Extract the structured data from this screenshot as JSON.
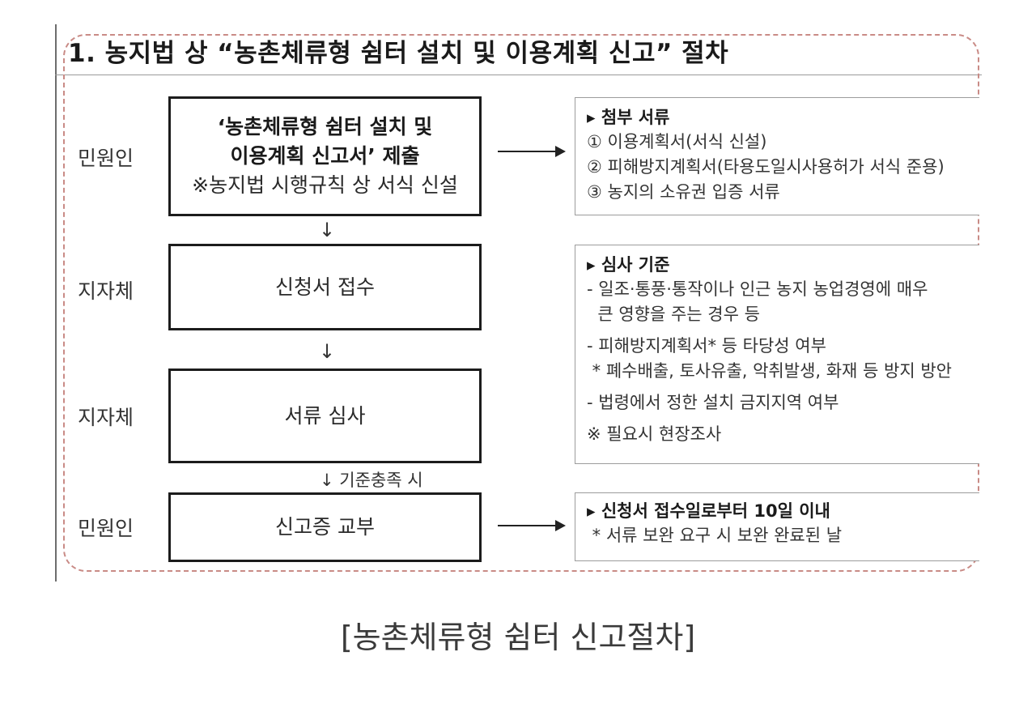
{
  "title": "1. 농지법 상  “농촌체류형 쉼터 설치 및 이용계획 신고” 절차",
  "steps": [
    {
      "actor": "민원인",
      "lines": [
        "‘농촌체류형 쉼터 설치 및",
        "이용계획 신고서’ 제출",
        "※농지법 시행규칙 상 서식 신설"
      ]
    },
    {
      "actor": "지자체",
      "label": "신청서 접수"
    },
    {
      "actor": "지자체",
      "label": "서류 심사"
    },
    {
      "actor": "민원인",
      "label": "신고증 교부"
    }
  ],
  "arrows": {
    "down": "↓",
    "condition": "기준충족 시"
  },
  "panels": {
    "attachments": {
      "header": "▸ 첨부 서류",
      "items": [
        "① 이용계획서(서식 신설)",
        "② 피해방지계획서(타용도일시사용허가 서식 준용)",
        "③ 농지의 소유권 입증 서류"
      ]
    },
    "criteria": {
      "header": "▸ 심사 기준",
      "items": [
        "- 일조·통풍·통작이나 인근 농지 농업경영에 매우",
        "  큰 영향을 주는 경우 등",
        "- 피해방지계획서* 등 타당성 여부",
        " * 폐수배출, 토사유출, 악취발생, 화재 등 방지 방안",
        "- 법령에서 정한 설치 금지지역 여부",
        "※ 필요시 현장조사"
      ]
    },
    "issuance": {
      "header": "▸ 신청서 접수일로부터 10일 이내",
      "items": [
        " * 서류 보완 요구 시 보완 완료된 날"
      ]
    }
  },
  "caption": "[농촌체류형 쉼터 신고절차]"
}
